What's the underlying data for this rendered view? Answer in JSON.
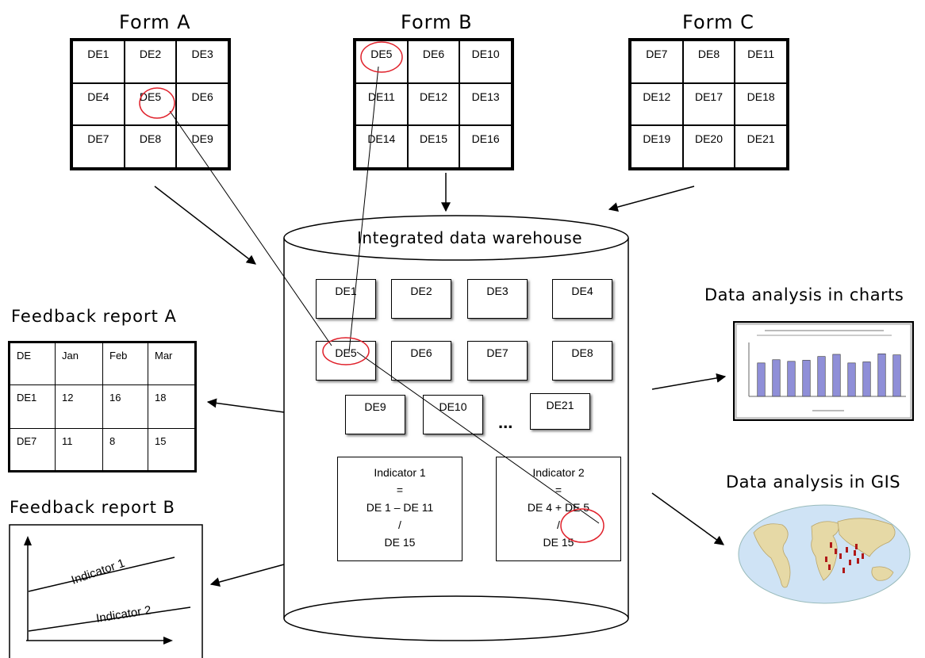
{
  "forms": [
    {
      "title": "Form A",
      "cells": [
        "DE1",
        "DE2",
        "DE3",
        "DE4",
        "DE5",
        "DE6",
        "DE7",
        "DE8",
        "DE9"
      ]
    },
    {
      "title": "Form B",
      "cells": [
        "DE5",
        "DE6",
        "DE10",
        "DE11",
        "DE12",
        "DE13",
        "DE14",
        "DE15",
        "DE16"
      ]
    },
    {
      "title": "Form C",
      "cells": [
        "DE7",
        "DE8",
        "DE11",
        "DE12",
        "DE17",
        "DE18",
        "DE19",
        "DE20",
        "DE21"
      ]
    }
  ],
  "warehouse": {
    "title": "Integrated data warehouse",
    "elements": [
      "DE1",
      "DE2",
      "DE3",
      "DE4",
      "DE5",
      "DE6",
      "DE7",
      "DE8",
      "DE9",
      "DE10",
      "DE21"
    ],
    "ellipsis": "...",
    "indicators": [
      {
        "name": "Indicator 1",
        "eq": "=",
        "formula": "DE 1 – DE 11",
        "div": "/",
        "denominator": "DE 15"
      },
      {
        "name": "Indicator 2",
        "eq": "=",
        "formula": "DE 4 + DE 5",
        "div": "/",
        "denominator": "DE 15"
      }
    ]
  },
  "feedback_a": {
    "title": "Feedback report A",
    "header": [
      "DE",
      "Jan",
      "Feb",
      "Mar"
    ],
    "rows": [
      [
        "DE1",
        "12",
        "16",
        "18"
      ],
      [
        "DE7",
        "11",
        "8",
        "15"
      ]
    ]
  },
  "feedback_b": {
    "title": "Feedback report B",
    "series": [
      "Indicator 1",
      "Indicator 2"
    ]
  },
  "outputs": {
    "charts_title": "Data analysis in charts",
    "gis_title": "Data analysis in GIS",
    "chart_bars": [
      0.62,
      0.68,
      0.65,
      0.67,
      0.74,
      0.78,
      0.62,
      0.64,
      0.79,
      0.77
    ]
  },
  "colors": {
    "highlight": "#e0202a",
    "bar": "#8f8fd8",
    "ocean": "#cfe3f5",
    "land": "#e6d9a6",
    "marker": "#b01818"
  }
}
